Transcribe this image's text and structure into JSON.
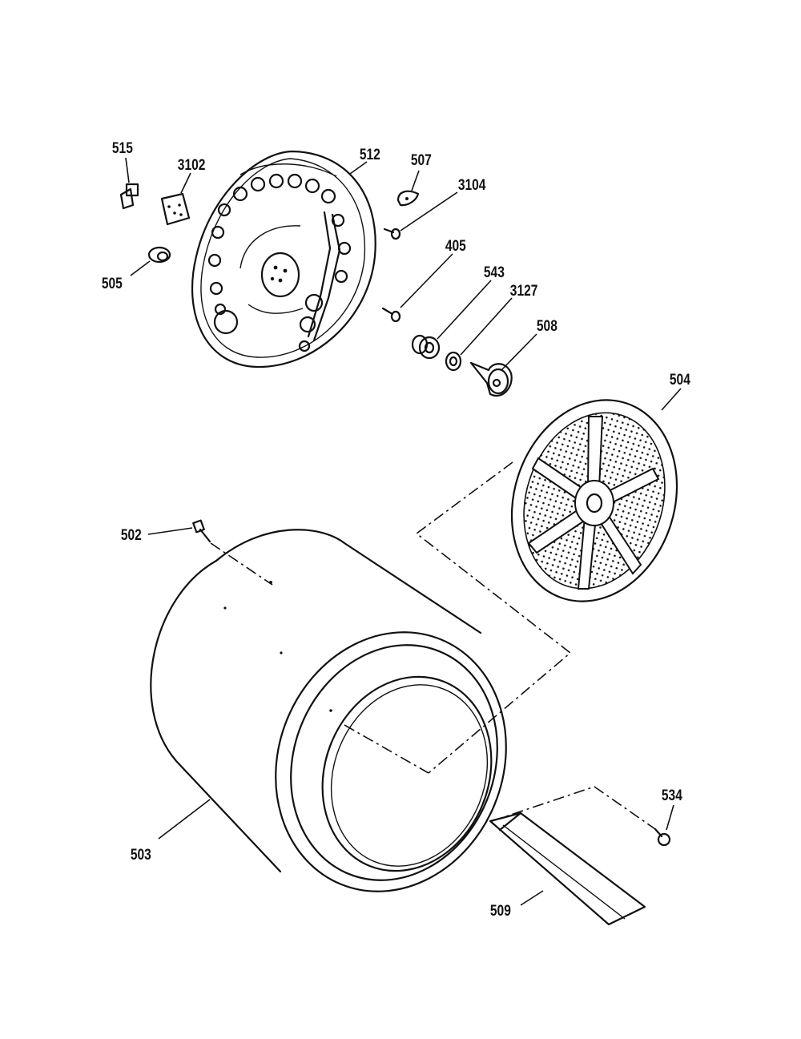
{
  "colors": {
    "ink": "#111111",
    "background": "#ffffff"
  },
  "labels": {
    "p515": "515",
    "p3102": "3102",
    "p512": "512",
    "p507": "507",
    "p3104": "3104",
    "p505": "505",
    "p405": "405",
    "p543": "543",
    "p3127": "3127",
    "p508": "508",
    "p504": "504",
    "p502": "502",
    "p503": "503",
    "p534": "534",
    "p509": "509"
  }
}
